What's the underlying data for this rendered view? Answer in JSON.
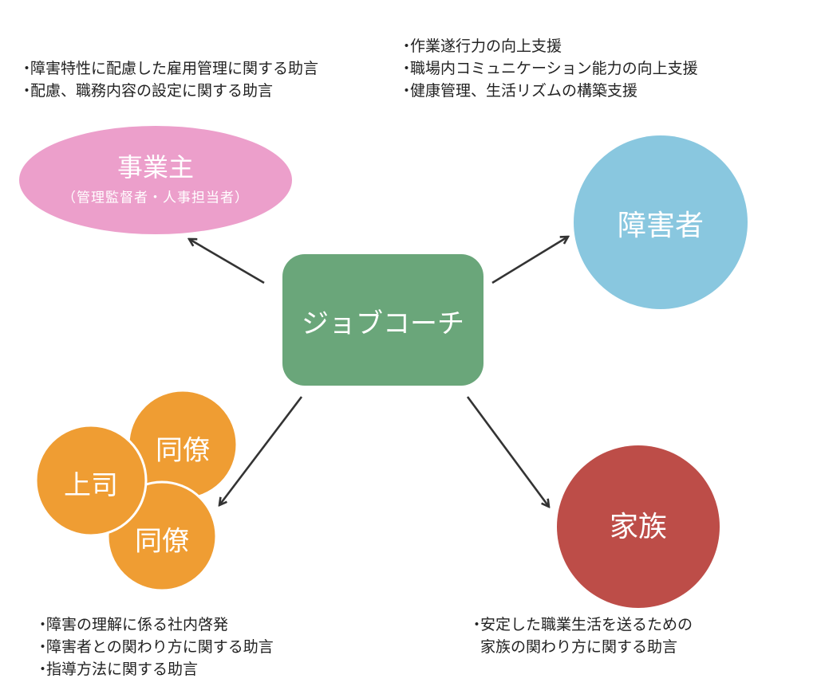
{
  "colors": {
    "employer": "#ec9fcb",
    "coach": "#6aa67a",
    "person": "#89c7df",
    "family": "#bd4d48",
    "coworkers": "#ef9d33",
    "arrow": "#333333"
  },
  "nodes": {
    "coach": {
      "label": "ジョブコーチ"
    },
    "employer": {
      "title": "事業主",
      "subtitle": "（管理監督者・人事担当者）"
    },
    "person": {
      "label": "障害者"
    },
    "family": {
      "label": "家族"
    },
    "coworkers": {
      "boss": "上司",
      "coworker_1": "同僚",
      "coworker_2": "同僚"
    }
  },
  "notes": {
    "employer": [
      "障害特性に配慮した雇用管理に関する助言",
      "配慮、職務内容の設定に関する助言"
    ],
    "person": [
      "作業遂行力の向上支援",
      "職場内コミュニケーション能力の向上支援",
      "健康管理、生活リズムの構築支援"
    ],
    "coworkers": [
      "障害の理解に係る社内啓発",
      "障害者との関わり方に関する助言",
      "指導方法に関する助言"
    ],
    "family": [
      "安定した職業生活を送るための",
      "家族の関わり方に関する助言"
    ]
  }
}
